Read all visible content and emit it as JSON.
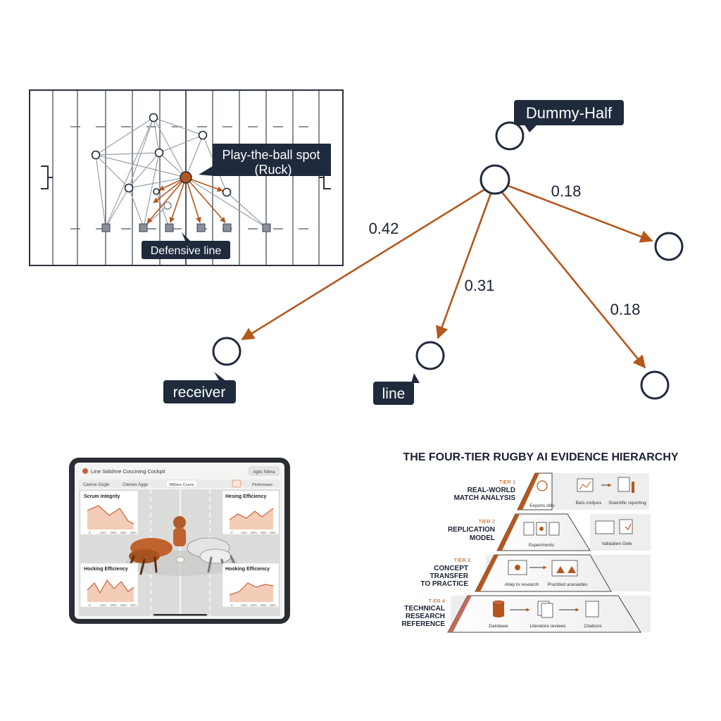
{
  "colors": {
    "navy": "#1f2a3c",
    "orange": "#b5571c",
    "orange_light": "#d9825a",
    "grid": "#3a4252",
    "node_fill": "#ffffff",
    "chart_line": "#c9623b",
    "chart_fill": "#f3cdb8"
  },
  "field": {
    "callout_ruck": "Play-the-ball spot",
    "callout_ruck_2": "(Ruck)",
    "callout_defense": "Defensive line"
  },
  "tree": {
    "root_label": "Dummy-Half",
    "edge_receiver": "0.42",
    "edge_line": "0.31",
    "edge_right_upper": "0.18",
    "edge_right_lower": "0.18",
    "receiver_label": "receiver",
    "line_label": "line"
  },
  "tablet": {
    "title": "Line Sidshne Coscining Cockpit",
    "top_button": "Agtis Sillma",
    "filter_1": "Ceeroe Gogle",
    "filter_2": "Cleroes Agge",
    "center_filter": "Mitbine Ceons",
    "right_filter": "Pintlormaes",
    "panel_tl": "Scrum Integrity",
    "panel_tr": "Hesing Efficiency",
    "panel_bl": "Hocking Efficiency",
    "panel_br": "Hooking Efficiency",
    "x_ticks": [
      "0",
      "12m",
      "20m",
      "25m",
      "40m"
    ]
  },
  "hierarchy": {
    "title": "THE FOUR-TIER RUGBY AI EVIDENCE HIERARCHY",
    "tiers": [
      {
        "tag": "TIER 1",
        "name_1": "REAL-WORLD",
        "name_2": "MATCH ANALYSIS",
        "name_3": "",
        "items": [
          "Eepohs dilts",
          "Bats cndjucs",
          "Scientific reporting"
        ]
      },
      {
        "tag": "TIER 2",
        "name_1": "REPLICATION",
        "name_2": "MODEL",
        "name_3": "",
        "items": [
          "Experiments",
          "Validalien Gele"
        ]
      },
      {
        "tag": "TIER 3",
        "name_1": "CONCEPT",
        "name_2": "TRANSFER",
        "name_3": "TO PRACTICE",
        "items": [
          "Allap to research",
          "Practited aceoaides"
        ]
      },
      {
        "tag": "T-ER 4",
        "name_1": "TECHNICAL",
        "name_2": "RESEARCH",
        "name_3": "REFERENCE",
        "items": [
          "Datsbase",
          "Literatore reviews",
          "Citations"
        ]
      }
    ]
  }
}
